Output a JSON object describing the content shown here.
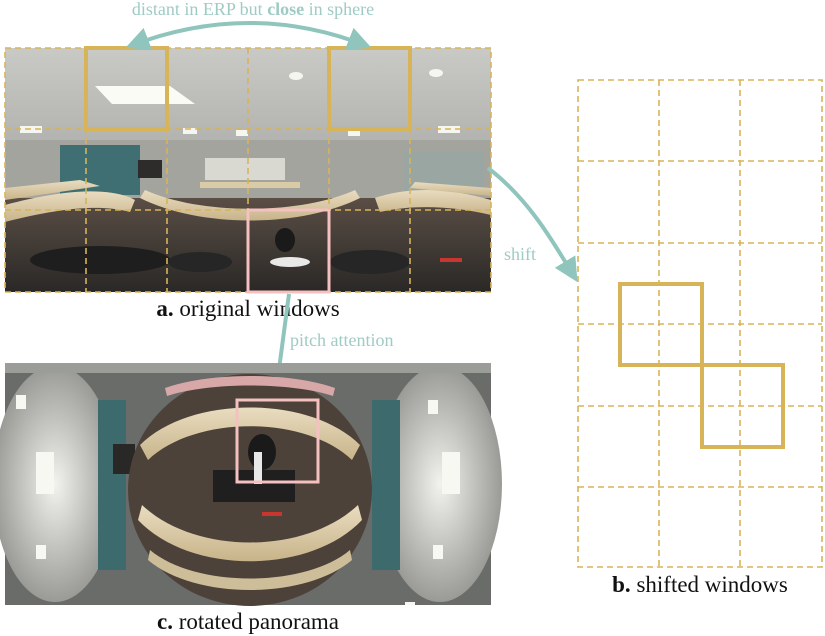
{
  "top_annotation": {
    "prefix": "distant in ERP but ",
    "bold": "close",
    "suffix": " in sphere"
  },
  "shift_label": "shift",
  "pitch_label": "pitch attention",
  "caption_a": {
    "bold": "a.",
    "text": " original windows"
  },
  "caption_b": {
    "bold": "b.",
    "text": " shifted windows"
  },
  "caption_c": {
    "bold": "c.",
    "text": " rotated panorama"
  },
  "colors": {
    "window_gold": "#d8b458",
    "pink": "#f5c0c0",
    "teal_arrow": "#8fc5bd",
    "annotation_text": "#9fcbc4",
    "caption_text": "#111111"
  }
}
